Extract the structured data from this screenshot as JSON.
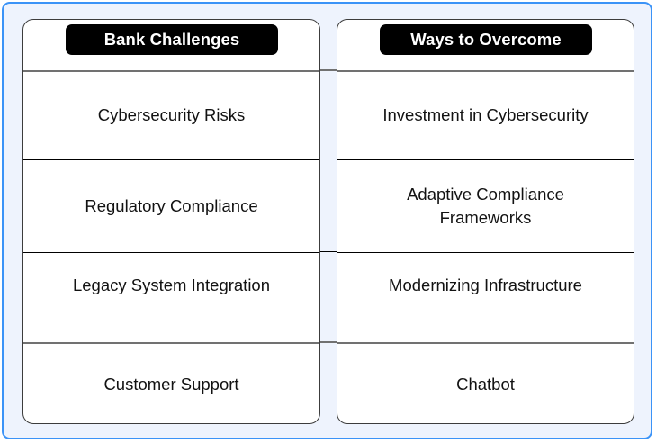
{
  "frame": {
    "accent_color": "#3b93f7",
    "background_color": "#eef3fd"
  },
  "comparison": {
    "columns": [
      {
        "id": "bank-challenges",
        "header": "Bank Challenges",
        "header_bg": "#000000",
        "header_text_color": "#ffffff",
        "cells": [
          "Cybersecurity Risks",
          "Regulatory Compliance",
          "Legacy System Integration",
          "Customer Support"
        ]
      },
      {
        "id": "ways-to-overcome",
        "header": "Ways to Overcome",
        "header_bg": "#000000",
        "header_text_color": "#ffffff",
        "cells": [
          "Investment in Cybersecurity",
          "Adaptive Compliance Frameworks",
          "Modernizing Infrastructure",
          "Chatbot"
        ]
      }
    ],
    "row_count": 4
  }
}
